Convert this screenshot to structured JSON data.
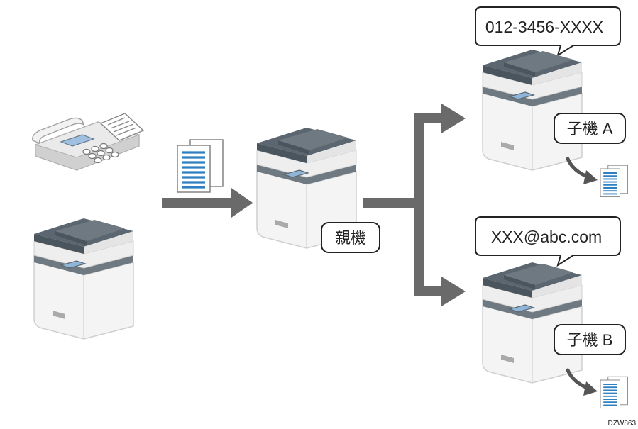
{
  "diagram": {
    "parent_label": "親機",
    "child_a_label": "子機 A",
    "child_b_label": "子機 B",
    "child_a_destination": "012-3456-XXXX",
    "child_b_destination": "XXX@abc.com",
    "figure_code": "DZW863"
  },
  "colors": {
    "device_body": "#f3f3f3",
    "device_panel": "#5b6670",
    "device_outline": "#c9c9c9",
    "arrow": "#6a6a6a",
    "document_lines": "#2f7fc1"
  },
  "icons": {
    "fax_machine": "fax-machine-icon",
    "multifunction_printer": "mfp-icon",
    "document": "document-icon",
    "arrow": "arrow-icon"
  }
}
